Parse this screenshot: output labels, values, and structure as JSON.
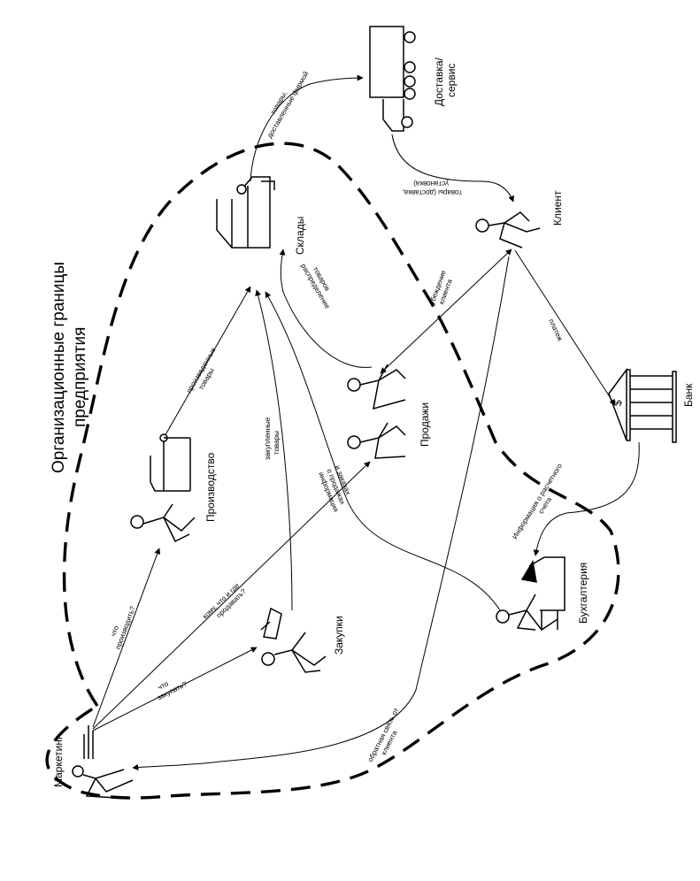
{
  "title_line1": "Организационные границы",
  "title_line2": "предприятия",
  "nodes": {
    "marketing": "Маркетинг",
    "production": "Производство",
    "purchasing": "Закупки",
    "sales": "Продажи",
    "warehouse": "Склады",
    "delivery_line1": "Доставка/",
    "delivery_line2": "сервис",
    "client": "Клиент",
    "bank": "Банк",
    "accounting": "Бухгалтерия",
    "bank_symbol": "$"
  },
  "flows": {
    "what_produce_1": "что",
    "what_produce_2": "производить?",
    "what_buy_1": "что",
    "what_buy_2": "закупать?",
    "whom_sell_1": "кому, что и где",
    "whom_sell_2": "продавать?",
    "produced_goods_1": "произведенные",
    "produced_goods_2": "товары",
    "purchased_goods_1": "закупленные",
    "purchased_goods_2": "товары",
    "distribution_1": "распределение",
    "distribution_2": "товаров",
    "sales_info_1": "информация",
    "sales_info_2": "о продажах",
    "sales_info_3": "и заказах",
    "goods_delivered_1": "товары,",
    "goods_delivered_2": "доставленные фирмой",
    "goods_client_1": "товары (доставка,",
    "goods_client_2": "установка)",
    "persuade_1": "убеждение",
    "persuade_2": "клиента",
    "payments": "платеж",
    "account_info_1": "Информация о расчетного",
    "account_info_2": "счета",
    "feedback_1": "обратная связь от",
    "feedback_2": "клиента"
  },
  "icon_names": [
    "marketing-person-icon",
    "production-person-icon",
    "purchasing-person-icon",
    "sales-people-icon",
    "warehouse-icon",
    "delivery-truck-icon",
    "client-person-icon",
    "bank-building-icon",
    "accountant-icon"
  ]
}
